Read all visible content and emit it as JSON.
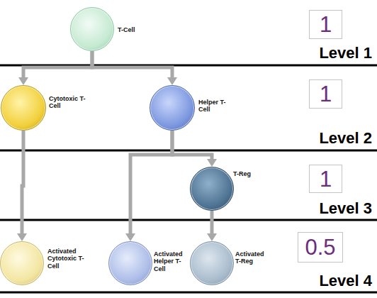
{
  "diagram": {
    "nodes": [
      {
        "text": [
          "T-Cell"
        ]
      },
      {
        "text": [
          "1"
        ]
      },
      {
        "text": [
          "Cytotoxic T-Cell"
        ]
      },
      {
        "text": [
          "Helper T-Cell"
        ]
      },
      {
        "text": [
          "1"
        ]
      },
      {
        "text": [
          "T-Reg"
        ]
      },
      {
        "text": [
          "1"
        ]
      },
      {
        "text": [
          "Activated Cytotoxic T-Cell"
        ]
      },
      {
        "text": [
          "Activated Helper T-Cell"
        ]
      },
      {
        "text": [
          "Activated T-Reg"
        ]
      },
      {
        "text": [
          "0.5"
        ]
      }
    ],
    "edges": [
      {
        "from": 0,
        "to": 2,
        "arrow": "to"
      },
      {
        "from": 0,
        "to": 3,
        "arrow": "to"
      },
      {
        "from": 2,
        "to": 7,
        "arrow": "to"
      },
      {
        "from": 3,
        "to": 8,
        "arrow": "to"
      },
      {
        "from": 3,
        "to": 5,
        "arrow": "to"
      },
      {
        "from": 5,
        "to": 9,
        "arrow": "to"
      }
    ],
    "labels": [
      "Level 1",
      "Level 2",
      "Level 3",
      "Level 4"
    ]
  }
}
